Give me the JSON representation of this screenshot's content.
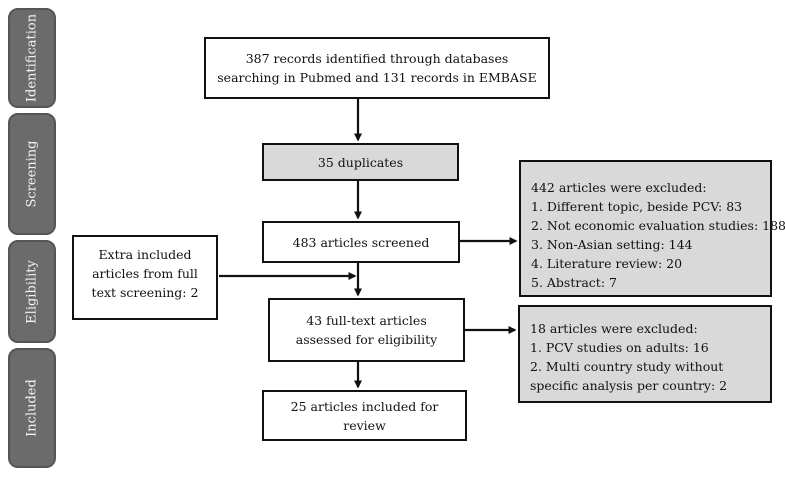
{
  "stages": [
    "Identification",
    "Screening",
    "Eligibility",
    "Included"
  ],
  "boxes": {
    "identified": "387 records identified through databases searching in Pubmed and 131 records in EMBASE",
    "duplicates": "35 duplicates",
    "screened": "483 articles screened",
    "fulltext": "43 full-text articles assessed for eligibility",
    "included": "25 articles included for review",
    "extra": "Extra included articles from full text screening: 2"
  },
  "excluded_1": {
    "title": "442 articles were excluded:",
    "items": [
      "1. Different topic, beside PCV: 83",
      "2. Not economic evaluation studies: 188",
      "3. Non-Asian setting: 144",
      "4. Literature review: 20",
      "5. Abstract: 7"
    ]
  },
  "excluded_2": {
    "title": "18 articles were excluded:",
    "items": [
      "1. PCV studies on adults: 16",
      "2. Multi country study without specific analysis per country: 2"
    ]
  }
}
